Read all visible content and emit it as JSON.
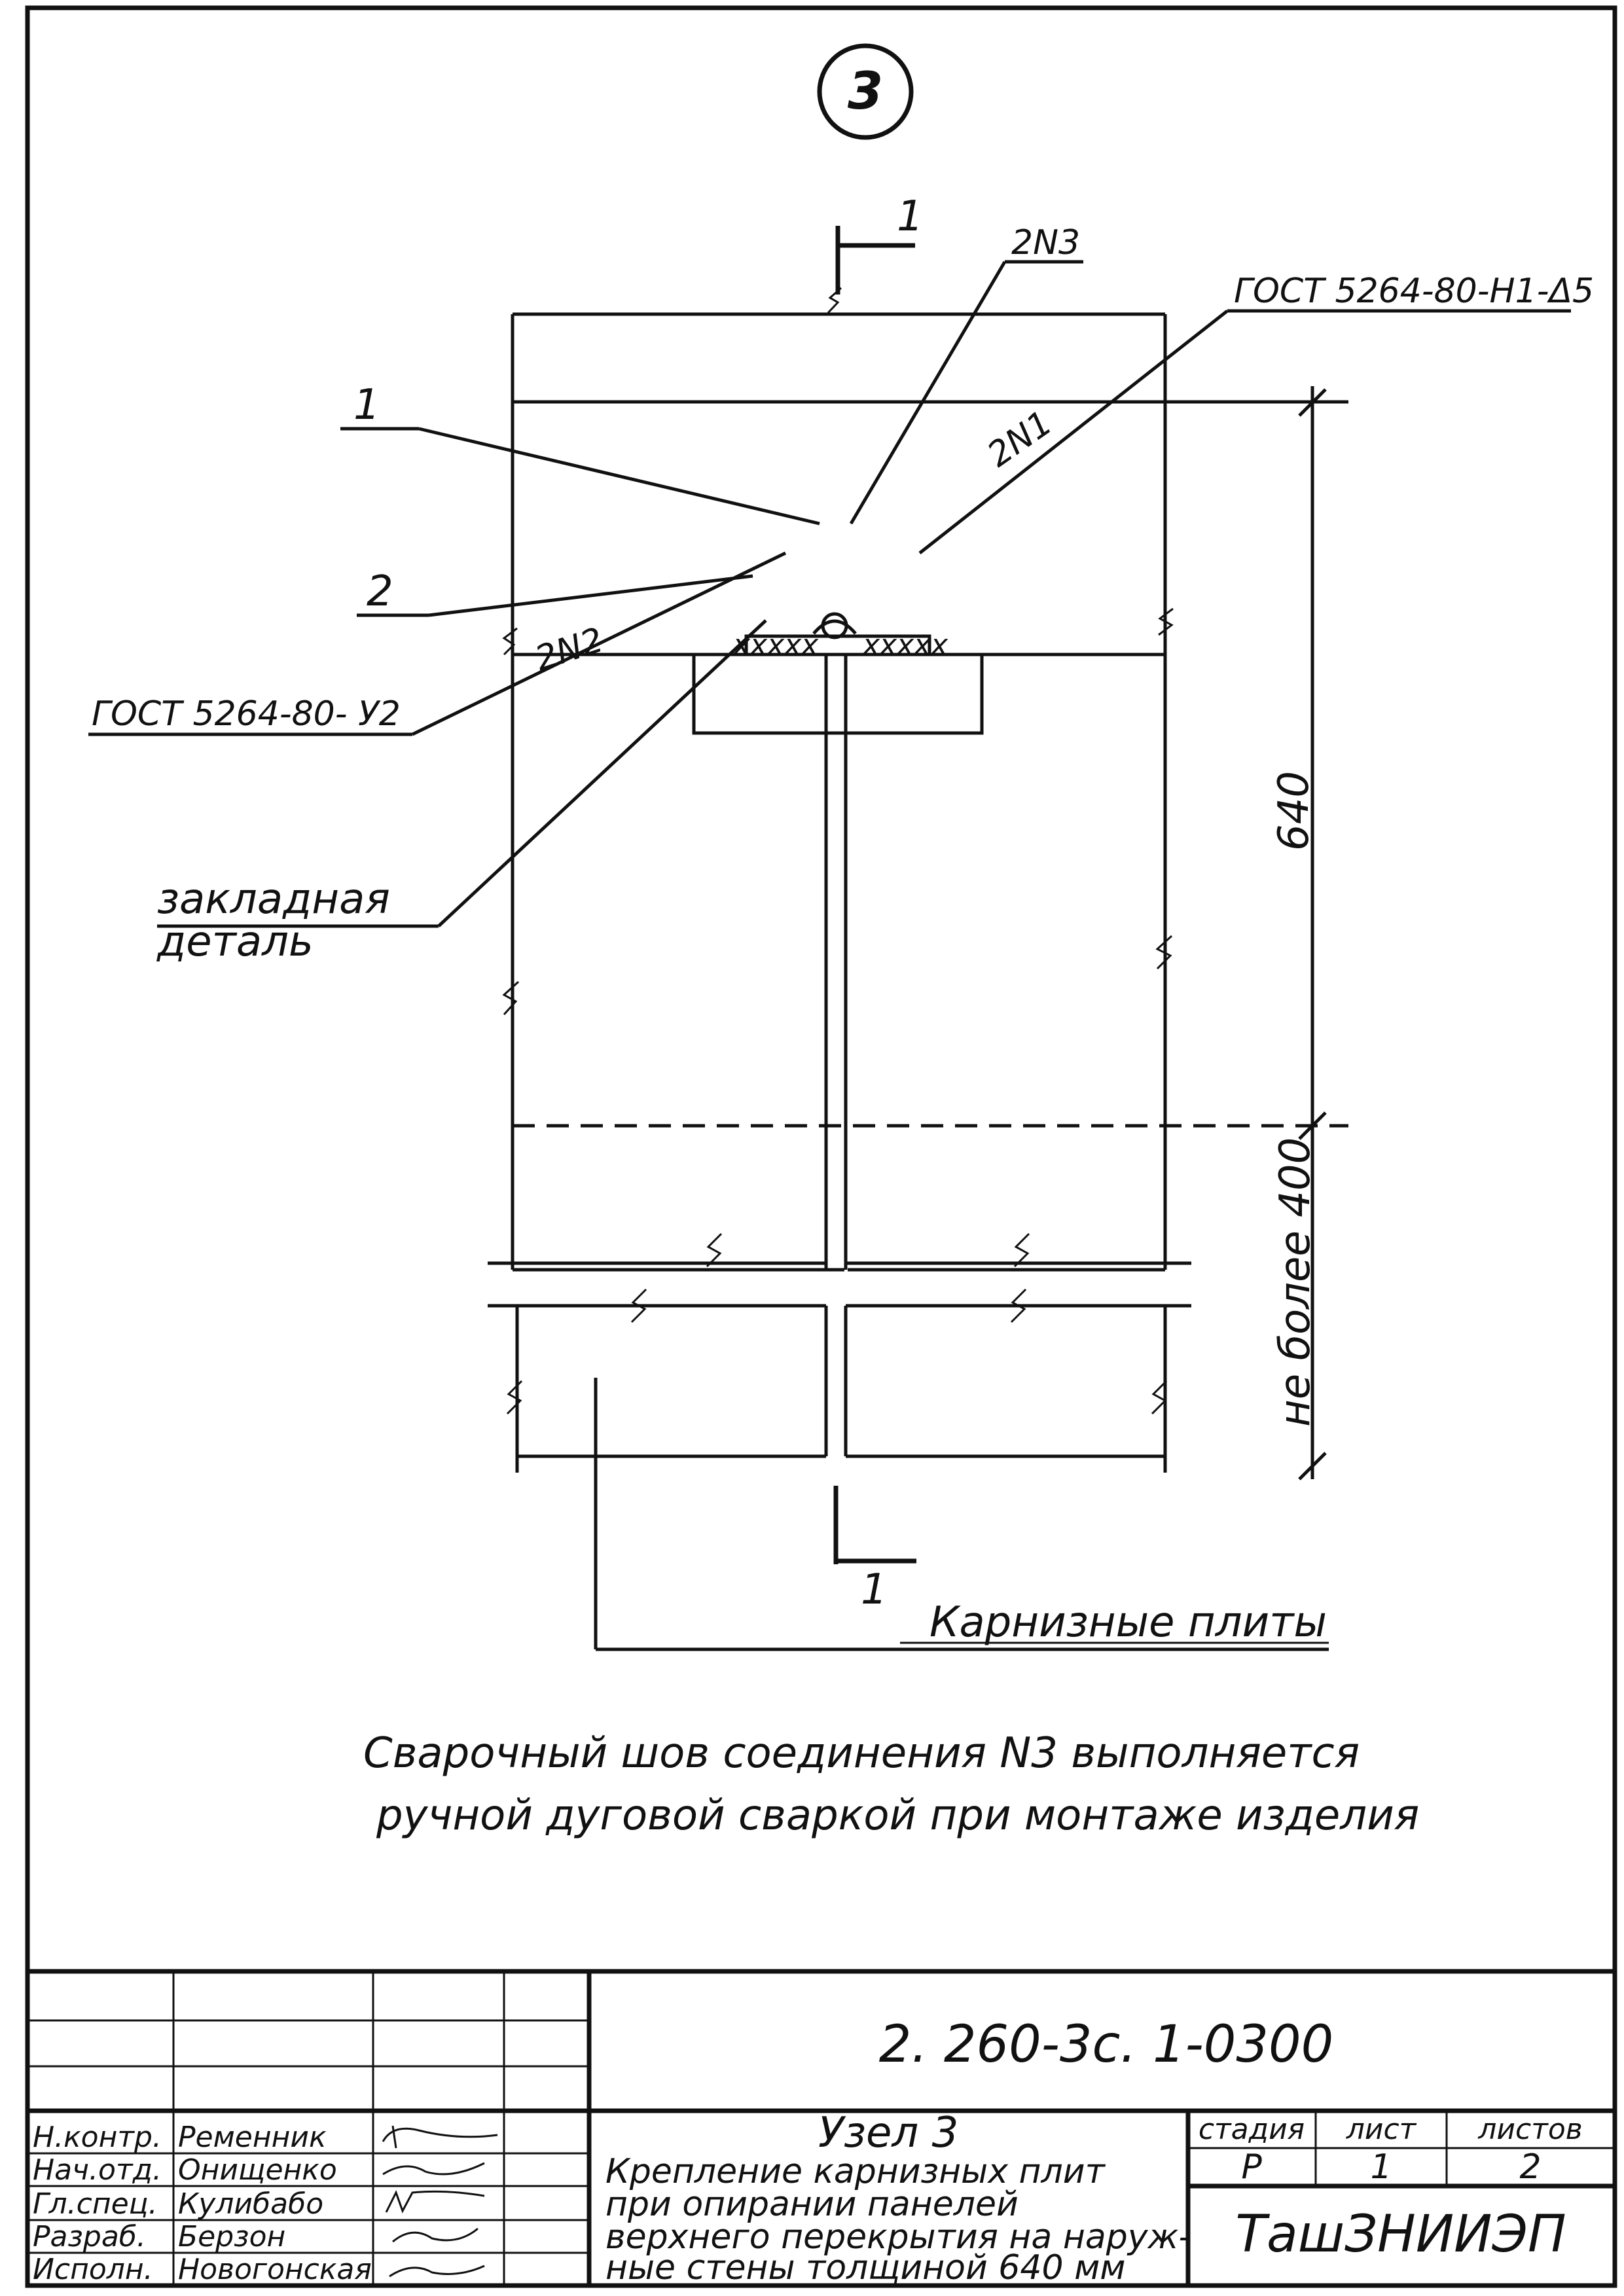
{
  "node_marker": "3",
  "section_label": "1",
  "labels": {
    "pos_1": "1",
    "pos_2": "2",
    "weld_2n3": "2N3",
    "weld_2n1": "2N1",
    "weld_2n2": "2N2",
    "gost_top": "ГОСТ 5264-80-Н1-Δ5",
    "gost_left": "ГОСТ 5264-80- У2",
    "embed_line1": "закладная",
    "embed_line2": "деталь",
    "dim_640": "640",
    "dim_max": "не более 400",
    "cornice_slabs": "Карнизные плиты"
  },
  "note": {
    "line1": "Сварочный шов соединения N3 выполняется",
    "line2": "ручной дуговой сваркой при монтаже изделия"
  },
  "title_block": {
    "doc_code": "2. 260-3с. 1-0300",
    "node_title": "Узел 3",
    "description": [
      "Крепление карнизных плит",
      "при опирании панелей",
      "верхнего перекрытия на наруж-",
      "ные стены толщиной 640 мм"
    ],
    "stage_header": "стадия",
    "sheet_header": "лист",
    "sheets_header": "листов",
    "stage_value": "Р",
    "sheet_value": "1",
    "sheets_value": "2",
    "organization": "ТашЗНИИЭП",
    "roles": [
      "Н.контр.",
      "Нач.отд.",
      "Гл.спец.",
      "Разраб.",
      "Исполн."
    ],
    "names": [
      "Ременник",
      "Онищенко",
      "Кулибабо",
      "Берзон",
      "Новогонская"
    ]
  }
}
